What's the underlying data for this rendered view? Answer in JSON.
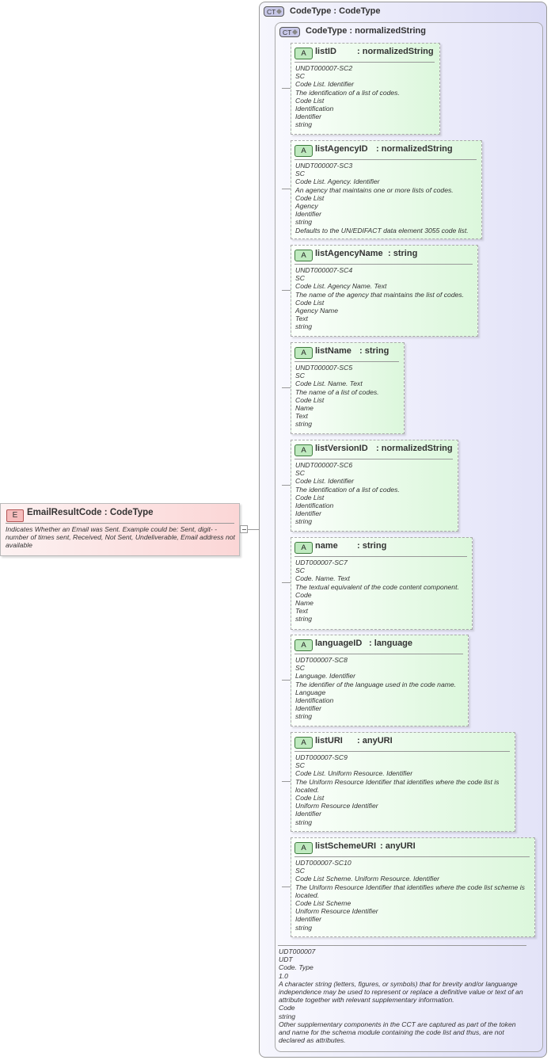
{
  "element": {
    "badge": "E",
    "name": "EmailResultCode",
    "type": "CodeType",
    "documentation": "Indicates Whether an Email was Sent. Example could be: Sent, digit- -number of times sent, Received, Not Sent, Undeliverable, Email address not available"
  },
  "outer_complex_type": {
    "badge": "CT",
    "name": "CodeType",
    "type": "CodeType"
  },
  "inner_complex_type": {
    "badge": "CT",
    "name": "CodeType",
    "type": "normalizedString",
    "documentation": [
      "UDT000007",
      "UDT",
      "Code. Type",
      "1.0",
      "A character string (letters, figures, or symbols) that for brevity and/or languange independence may be used to represent or replace a definitive value or text of an attribute together with relevant supplementary information.",
      "Code",
      "string",
      "Other supplementary components in the CCT are captured as part of the token and name for the schema module containing the code list and thus, are not declared as attributes."
    ]
  },
  "attribute_badge": "A",
  "attributes": [
    {
      "name": "listID",
      "type": "normalizedString",
      "doc": [
        "UNDT000007-SC2",
        "SC",
        "Code List. Identifier",
        "The identification of a list of codes.",
        "Code List",
        "Identification",
        "Identifier",
        "string"
      ]
    },
    {
      "name": "listAgencyID",
      "type": "normalizedString",
      "doc": [
        "UNDT000007-SC3",
        "SC",
        "Code List. Agency. Identifier",
        "An agency that maintains one or more lists of codes.",
        "Code List",
        "Agency",
        "Identifier",
        "string",
        "Defaults to the UN/EDIFACT data element 3055 code list."
      ]
    },
    {
      "name": "listAgencyName",
      "type": "string",
      "doc": [
        "UNDT000007-SC4",
        "SC",
        "Code List. Agency Name. Text",
        "The name of the agency that maintains the list of codes.",
        "Code List",
        "Agency Name",
        "Text",
        "string"
      ]
    },
    {
      "name": "listName",
      "type": "string",
      "doc": [
        "UNDT000007-SC5",
        "SC",
        "Code List. Name. Text",
        "The name of a list of codes.",
        "Code List",
        "Name",
        "Text",
        "string"
      ]
    },
    {
      "name": "listVersionID",
      "type": "normalizedString",
      "doc": [
        "UNDT000007-SC6",
        "SC",
        "Code List. Identifier",
        "The identification of a list of codes.",
        "Code List",
        "Identification",
        "Identifier",
        "string"
      ]
    },
    {
      "name": "name",
      "type": "string",
      "doc": [
        "UDT000007-SC7",
        "SC",
        "Code. Name. Text",
        "The textual equivalent of the code content component.",
        "Code",
        "Name",
        "Text",
        "string"
      ]
    },
    {
      "name": "languageID",
      "type": "language",
      "doc": [
        "UDT000007-SC8",
        "SC",
        "Language. Identifier",
        "The identifier of the language used in the code name.",
        "Language",
        "Identification",
        "Identifier",
        "string"
      ]
    },
    {
      "name": "listURI",
      "type": "anyURI",
      "doc": [
        "UDT000007-SC9",
        "SC",
        "Code List. Uniform Resource. Identifier",
        "The Uniform Resource Identifier that identifies where the code list is located.",
        "Code List",
        "Uniform Resource Identifier",
        "Identifier",
        "string"
      ]
    },
    {
      "name": "listSchemeURI",
      "type": "anyURI",
      "doc": [
        "UDT000007-SC10",
        "SC",
        "Code List Scheme. Uniform Resource. Identifier",
        "The Uniform Resource Identifier that identifies where the code list scheme is located.",
        "Code List Scheme",
        "Uniform Resource Identifier",
        "Identifier",
        "string"
      ]
    }
  ]
}
